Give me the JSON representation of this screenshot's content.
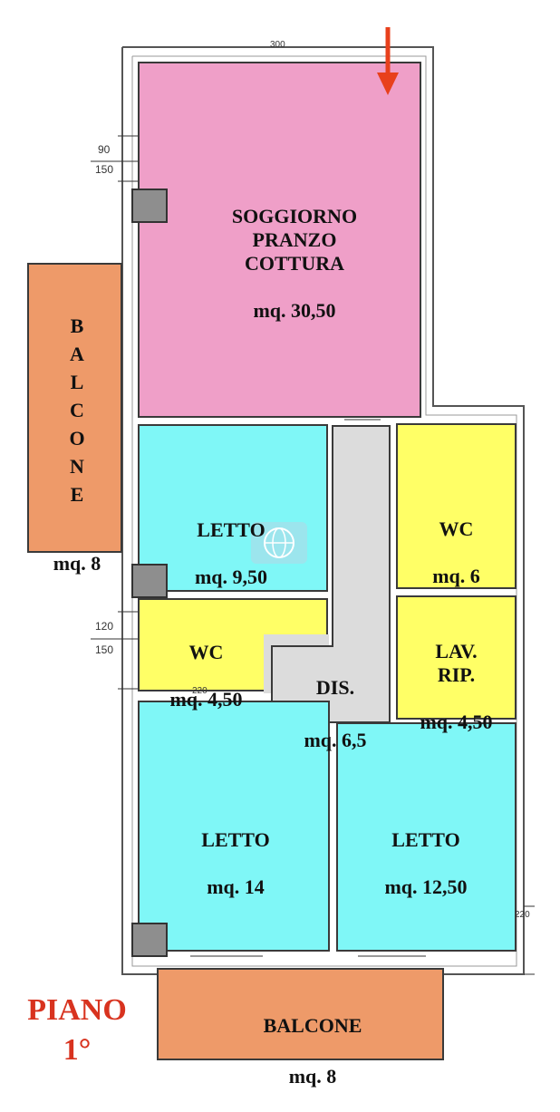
{
  "plan": {
    "floor_title": "PIANO\n1°",
    "colors": {
      "living": "#ef9fc8",
      "bedroom": "#7ff7f7",
      "wc": "#ffff66",
      "balcony": "#ee9a69",
      "hall": "#dcdcdc",
      "arrow": "#e8401c",
      "title": "#d8331f"
    },
    "rooms": {
      "soggiorno": {
        "name": "SOGGIORNO\nPRANZO\nCOTTURA",
        "area": "mq. 30,50"
      },
      "balcone_left": {
        "name": "B\nA\nL\nC\nO\nN\nE",
        "area": "mq. 8"
      },
      "letto_1": {
        "name": "LETTO",
        "area": "mq. 9,50"
      },
      "wc_1": {
        "name": "WC",
        "area": "mq. 6"
      },
      "wc_2": {
        "name": "WC",
        "area": "mq. 4,50"
      },
      "lav_rip": {
        "name": "LAV.\nRIP.",
        "area": "mq. 4,50"
      },
      "dis": {
        "name": "DIS.",
        "area": "mq. 6,5"
      },
      "letto_2": {
        "name": "LETTO",
        "area": "mq. 14"
      },
      "letto_3": {
        "name": "LETTO",
        "area": "mq. 12,50"
      },
      "balcone_bottom": {
        "name": "BALCONE",
        "area": "mq. 8"
      }
    },
    "dimensions": {
      "window_top": "90",
      "window_bottom": "150",
      "door_top": "120",
      "door_bottom": "150",
      "top_wall": "300",
      "wc_sill": "220",
      "right_wall": "220"
    }
  }
}
